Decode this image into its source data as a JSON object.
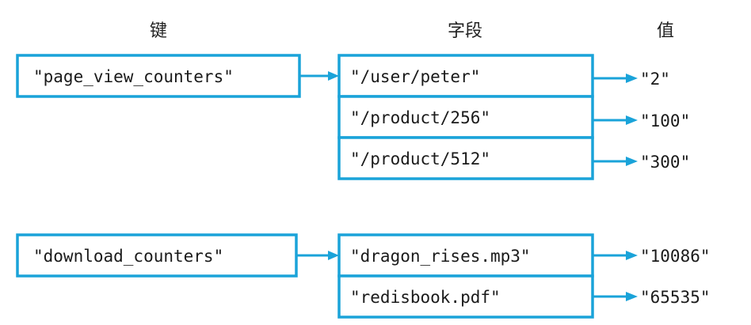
{
  "headers": {
    "key": "键",
    "field": "字段",
    "value": "值"
  },
  "groups": [
    {
      "key": "\"page_view_counters\"",
      "entries": [
        {
          "field": "\"/user/peter\"",
          "value": "\"2\""
        },
        {
          "field": "\"/product/256\"",
          "value": "\"100\""
        },
        {
          "field": "\"/product/512\"",
          "value": "\"300\""
        }
      ]
    },
    {
      "key": "\"download_counters\"",
      "entries": [
        {
          "field": "\"dragon_rises.mp3\"",
          "value": "\"10086\""
        },
        {
          "field": "\"redisbook.pdf\"",
          "value": "\"65535\""
        }
      ]
    }
  ],
  "colors": {
    "accent": "#1aa3d9"
  }
}
